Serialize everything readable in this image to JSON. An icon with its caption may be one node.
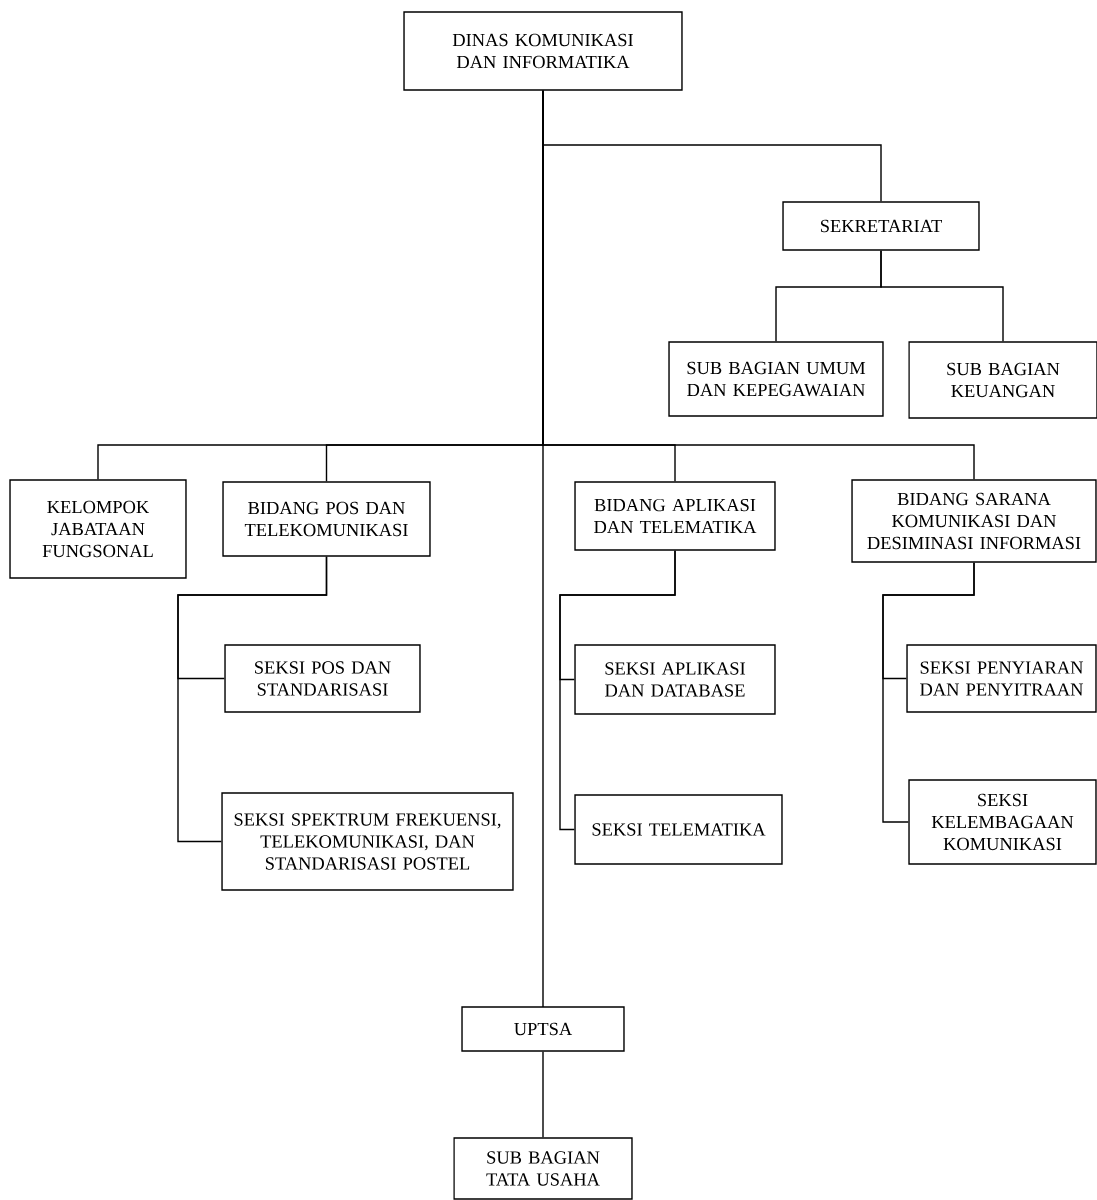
{
  "diagram": {
    "nodes": [
      {
        "text": [
          "DINAS KOMUNIKASI DAN INFORMATIKA"
        ]
      },
      {
        "text": [
          "SEKRETARIAT"
        ]
      },
      {
        "text": [
          "SUB BAGIAN UMUM DAN KEPEGAWAIAN"
        ]
      },
      {
        "text": [
          "SUB BAGIAN KEUANGAN"
        ]
      },
      {
        "text": [
          "KELOMPOK JABATAAN FUNGSONAL"
        ]
      },
      {
        "text": [
          "BIDANG POS DAN TELEKOMUNIKASI"
        ]
      },
      {
        "text": [
          "BIDANG APLIKASI DAN TELEMATIKA"
        ]
      },
      {
        "text": [
          "BIDANG SARANA KOMUNIKASI DAN DESIMINASI INFORMASI"
        ]
      },
      {
        "text": [
          "SEKSI POS DAN STANDARISASI"
        ]
      },
      {
        "text": [
          "SEKSI SPEKTRUM FREKUENSI, TELEKOMUNIKASI, DAN STANDARISASI POSTEL"
        ]
      },
      {
        "text": [
          "SEKSI APLIKASI DAN DATABASE"
        ]
      },
      {
        "text": [
          "SEKSI TELEMATIKA"
        ]
      },
      {
        "text": [
          "SEKSI PENYIARAN DAN PENYITRAAN"
        ]
      },
      {
        "text": [
          "SEKSI KELEMBAGAAN KOMUNIKASI"
        ]
      },
      {
        "text": [
          "UPTSA"
        ]
      },
      {
        "text": [
          "SUB BAGIAN TATA USAHA"
        ]
      }
    ],
    "edges": [
      {
        "from": 0,
        "to": 1,
        "arrow": "none"
      },
      {
        "from": 1,
        "to": 2,
        "arrow": "none"
      },
      {
        "from": 1,
        "to": 3,
        "arrow": "none"
      },
      {
        "from": 0,
        "to": 4,
        "arrow": "none"
      },
      {
        "from": 0,
        "to": 5,
        "arrow": "none"
      },
      {
        "from": 0,
        "to": 6,
        "arrow": "none"
      },
      {
        "from": 0,
        "to": 7,
        "arrow": "none"
      },
      {
        "from": 5,
        "to": 8,
        "arrow": "none"
      },
      {
        "from": 5,
        "to": 9,
        "arrow": "none"
      },
      {
        "from": 6,
        "to": 10,
        "arrow": "none"
      },
      {
        "from": 6,
        "to": 11,
        "arrow": "none"
      },
      {
        "from": 7,
        "to": 12,
        "arrow": "none"
      },
      {
        "from": 7,
        "to": 13,
        "arrow": "none"
      },
      {
        "from": 0,
        "to": 14,
        "arrow": "none"
      },
      {
        "from": 14,
        "to": 15,
        "arrow": "none"
      }
    ]
  }
}
